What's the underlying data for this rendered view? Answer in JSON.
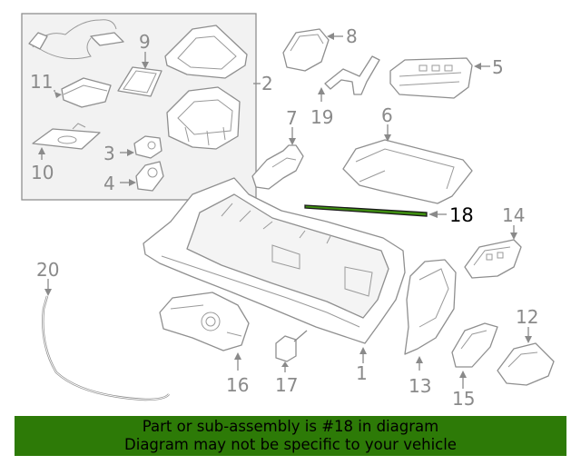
{
  "callouts": {
    "p1": "1",
    "p2": "2",
    "p3": "3",
    "p4": "4",
    "p5": "5",
    "p6": "6",
    "p7": "7",
    "p8": "8",
    "p9": "9",
    "p10": "10",
    "p11": "11",
    "p12": "12",
    "p13": "13",
    "p14": "14",
    "p15": "15",
    "p16": "16",
    "p17": "17",
    "p18": "18",
    "p19": "19",
    "p20": "20"
  },
  "highlight_color": "#2d7a07",
  "banner": {
    "line1": "Part or sub-assembly is #18 in diagram",
    "line2": "Diagram may not be specific to your vehicle"
  }
}
